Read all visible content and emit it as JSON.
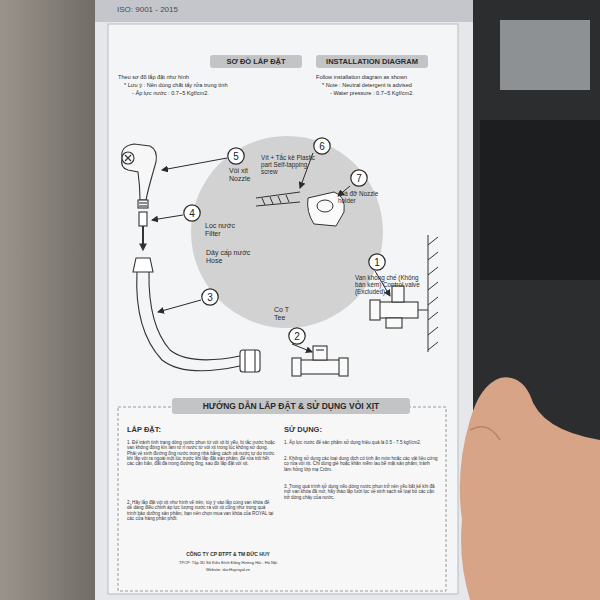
{
  "diagram": {
    "nodes": [
      {
        "text": [
          "SƠ ĐỒ LẮP ĐẶT"
        ]
      },
      {
        "text": [
          "INSTALLATION DIAGRAM"
        ]
      },
      {
        "text": [
          "5"
        ]
      },
      {
        "text": [
          "6"
        ]
      },
      {
        "text": [
          "7"
        ]
      },
      {
        "text": [
          "4"
        ]
      },
      {
        "text": [
          "1"
        ]
      },
      {
        "text": [
          "3"
        ]
      },
      {
        "text": [
          "2"
        ]
      },
      {
        "text": [
          "HƯỚNG DẪN LẮP ĐẶT & SỬ DỤNG VÒI XỊT"
        ]
      },
      {
        "text": [
          "LẮP ĐẶT:",
          "1. Để tránh tình trạng dòng nước phun từ vòi xịt bị yếu, bị tắc nước hoặc van không đóng kín làm rò rỉ nước từ vòi xịt trong lúc không sử dụng. Phải vệ sinh đường ống nước trong nhà bằng cách xả nước tự do trước khi lắp vòi ra ngoài một lúc trước khi lắp đặt sản phẩm, để rửa trôi hết các cặn bẩn, đất đá trong đường ống, sau đó lắp đặt vòi xịt.",
          "2. Hãy lắp đặt vòi xịt như hình vẽ trên, tùy ý vào lắp cùng van khóa để dễ dàng điều chỉnh áp lực lượng nước ra vòi xịt cũng như trong quá trình bảo dưỡng sản phẩm, bạn nên chọn mua van khóa của ROYAL tại các cửa hàng phân phối.",
          "SỬ DỤNG:",
          "1. Áp lực nước để sản phẩm sử dụng hiệu quả là 0.5 - 7.5 kgf/cm2.",
          "2. Không sử dụng các loại dung dịch có tính ăn mòn hoặc các vật liệu cứng cọ rửa vòi xịt. Chỉ dùng giẻ hoặc khăn mềm lau bề mặt sản phẩm, tránh làm hỏng lớp mạ Crôm.",
          "3. Trong quá trình sử dụng nếu dòng nước phun trở nên yếu bất kể khi đã mở van khóa đã mở, hãy tháo lắp lưới lọc vệ sinh sạch sẽ loại bỏ các cặn trở dòng chảy của nước.",
          "CÔNG TY CP ĐTPT & TM ĐỨC HUY",
          "TPCP: Tập 3D Số Kiều Đình Đông Hường Hải - Hà Nội",
          "Website: ducHuyroyal.vn"
        ]
      }
    ],
    "labels": [
      "ISO: 9001 - 2015",
      "Theo sơ đồ lắp đặt như hình",
      "* Lưu ý : Nên dùng chất tẩy rửa trung tính",
      "- Áp lực nước : 0.7~5 Kgf/cm2.",
      "Follow installation diagram as shown",
      "* Note : Neutral detergent is advised",
      "- Water pressure : 0.7~5 Kgf/cm2.",
      "Vòi xịt Nozzle",
      "Vít + Tắc kê Plastic part Self-tapping screw",
      "Giá đỡ Nozzle holder",
      "Lọc nước Filter",
      "Van khống chế (Không bán kèm) Control valve (Excluded)",
      "Dây cấp nước Hose",
      "Co T Tee"
    ]
  }
}
